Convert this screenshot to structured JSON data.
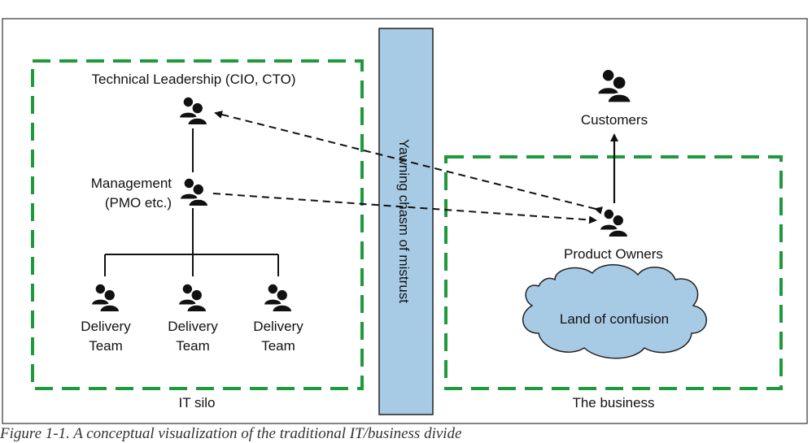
{
  "colors": {
    "silo_border": "#1e9a3d",
    "chasm_fill": "#a8cbe5",
    "cloud_fill": "#a8cbe5",
    "line": "#111111"
  },
  "it_silo": {
    "label": "IT silo",
    "leadership": "Technical Leadership (CIO, CTO)",
    "management_line1": "Management",
    "management_line2": "(PMO etc.)",
    "teams": [
      {
        "line1": "Delivery",
        "line2": "Team"
      },
      {
        "line1": "Delivery",
        "line2": "Team"
      },
      {
        "line1": "Delivery",
        "line2": "Team"
      }
    ]
  },
  "chasm": {
    "label": "Yawning chasm of mistrust"
  },
  "business": {
    "label": "The business",
    "product_owners": "Product Owners",
    "cloud_label": "Land of confusion",
    "customers": "Customers"
  },
  "icons": [
    "people-icon"
  ],
  "caption": "Figure 1-1. A conceptual visualization of the traditional IT/business divide"
}
